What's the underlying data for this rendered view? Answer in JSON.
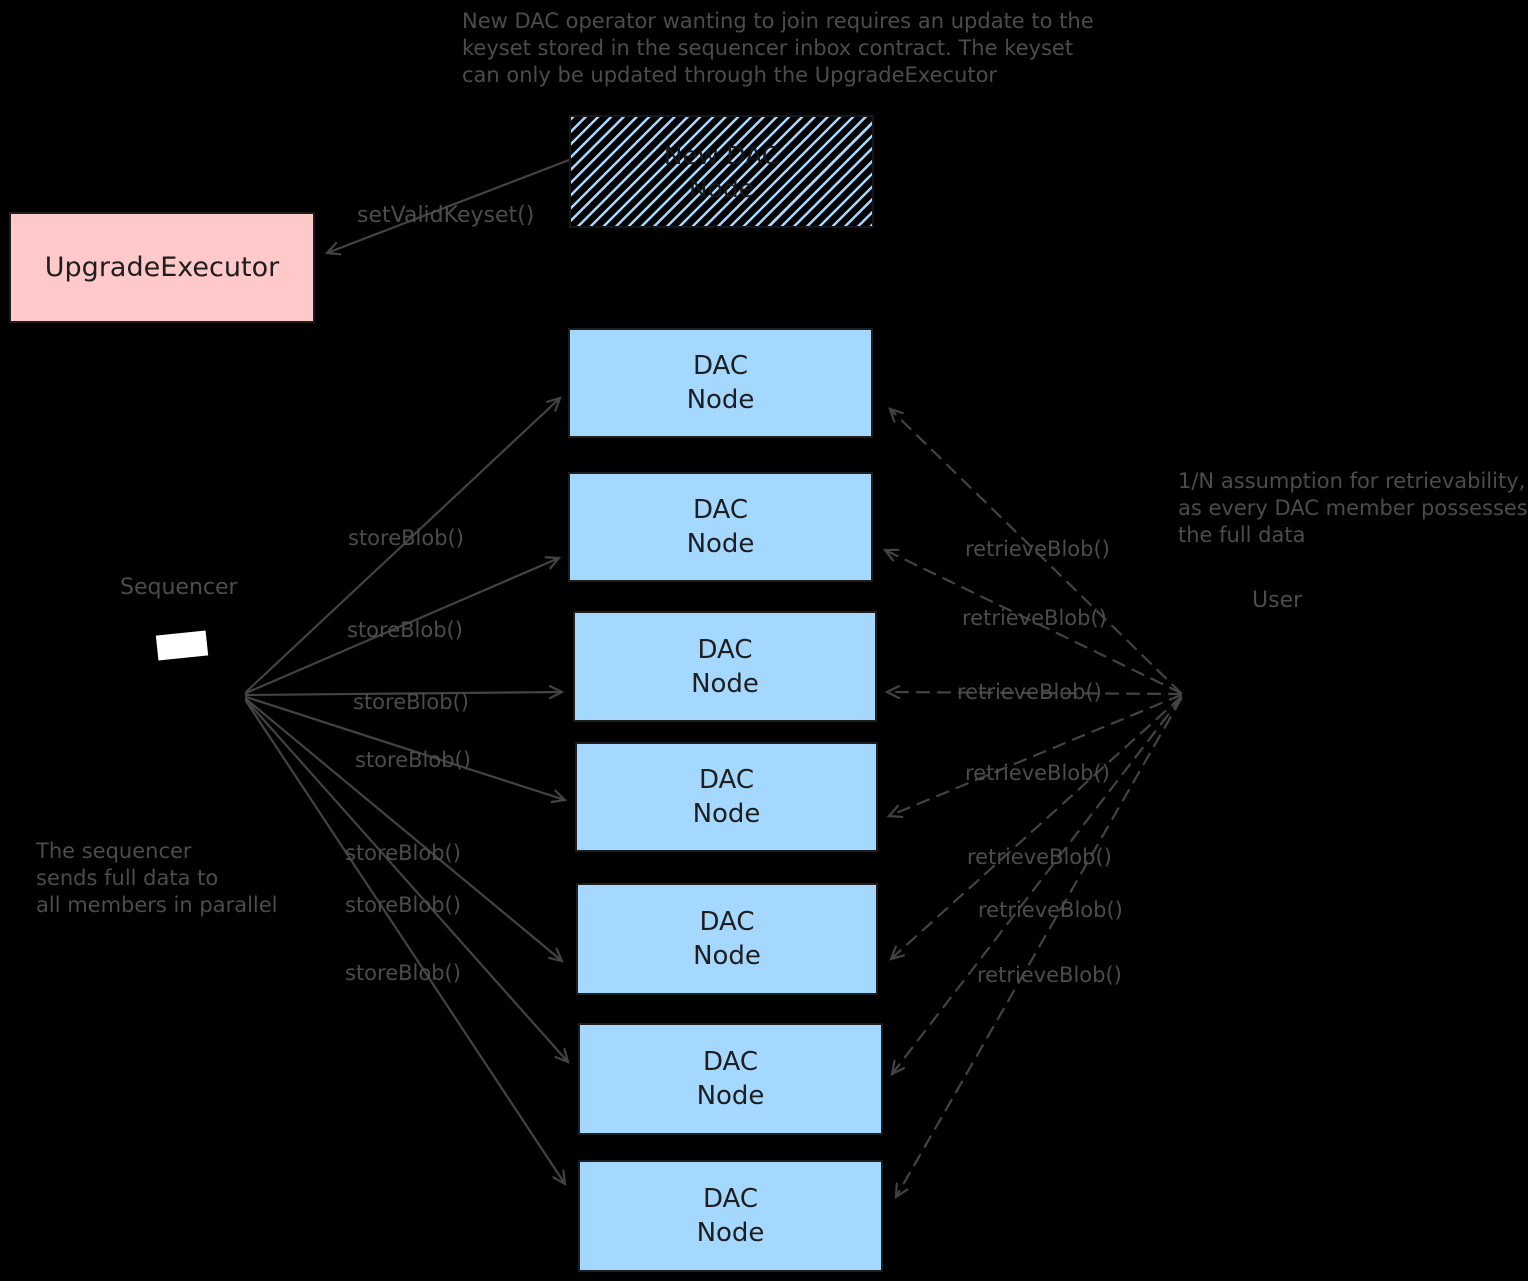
{
  "annotations": {
    "top": {
      "lines": [
        "New DAC operator wanting to join requires an update to the",
        "keyset stored in the sequencer inbox contract. The keyset",
        "can only be updated through the UpgradeExecutor"
      ]
    },
    "right": {
      "lines": [
        "1/N assumption for retrievability,",
        "as every DAC member possesses",
        "the full data"
      ]
    },
    "left": {
      "lines": [
        "The sequencer",
        "sends full data to",
        "all members in parallel"
      ]
    }
  },
  "actors": {
    "sequencer": "Sequencer",
    "user": "User"
  },
  "nodes": {
    "upgrade_executor": {
      "label": "UpgradeExecutor"
    },
    "new_dac_node": {
      "line1": "New DAC",
      "line2": "Node"
    },
    "dac_node": {
      "line1": "DAC",
      "line2": "Node"
    },
    "dac_node_count": 7
  },
  "edges": {
    "set_valid_keyset": "setValidKeyset()",
    "store_blob": "storeBlob()",
    "retrieve_blob": "retrieveBlob()"
  },
  "colors": {
    "background": "#000000",
    "node_blue": "#a5d8ff",
    "node_pink": "#ffc9c9",
    "node_stroke": "#1e1e1e",
    "annotation_gray": "#4c4c4c"
  }
}
